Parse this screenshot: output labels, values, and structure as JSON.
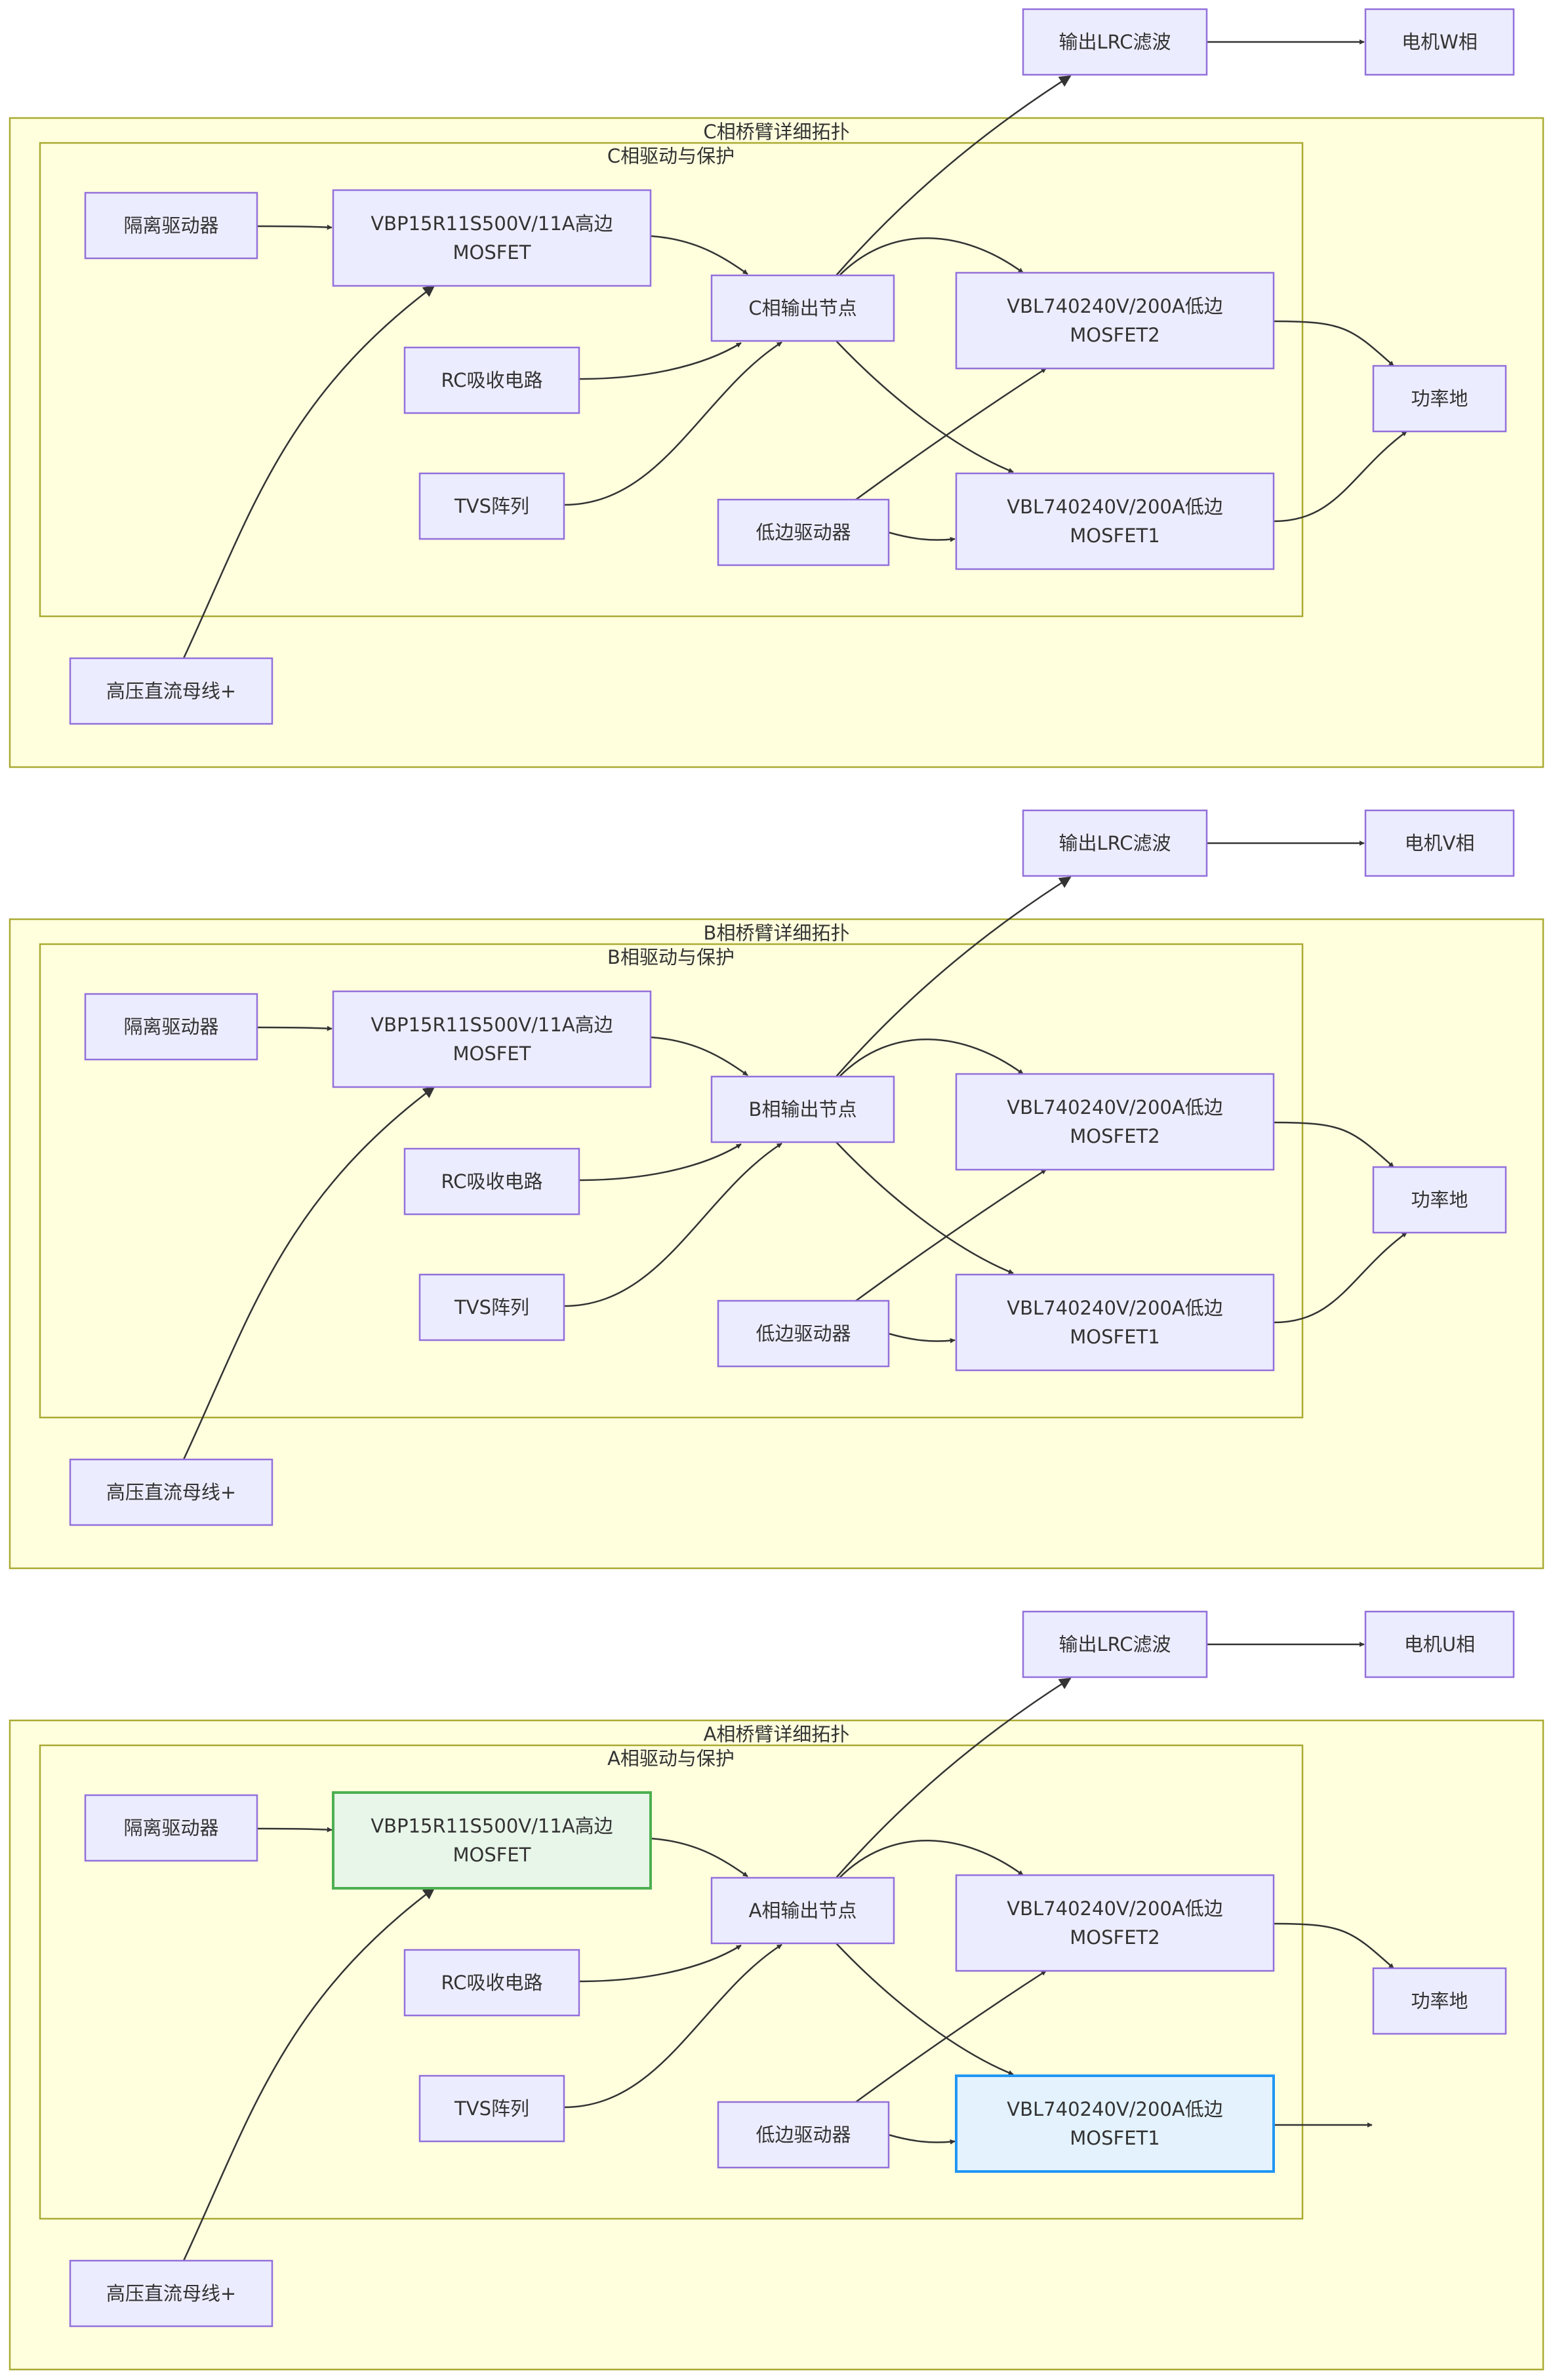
{
  "colors": {
    "cluster_fill": "#ffffde",
    "cluster_stroke": "#aaaa33",
    "node_fill": "#ececff",
    "node_stroke": "#9370db",
    "edge": "#333333",
    "highlight_green_fill": "#e8f5e9",
    "highlight_green_stroke": "#4caf50",
    "highlight_blue_fill": "#e3f2fd",
    "highlight_blue_stroke": "#2196f3"
  },
  "phases": [
    {
      "id": "c",
      "outer_title": "C相桥臂详细拓扑",
      "inner_title": "C相驱动与保护",
      "nodes": {
        "iso_driver": "隔离驱动器",
        "high_mosfet": [
          "VBP15R11S500V/11A高边",
          "MOSFET"
        ],
        "rc": "RC吸收电路",
        "tvs": "TVS阵列",
        "out_node": "C相输出节点",
        "low_driver": "低边驱动器",
        "low_mosfet2": [
          "VBL740240V/200A低边",
          "MOSFET2"
        ],
        "low_mosfet1": [
          "VBL740240V/200A低边",
          "MOSFET1"
        ],
        "gnd": "功率地",
        "hv_bus": "高压直流母线+",
        "lrc": "输出LRC滤波",
        "motor": "电机W相"
      }
    },
    {
      "id": "b",
      "outer_title": "B相桥臂详细拓扑",
      "inner_title": "B相驱动与保护",
      "nodes": {
        "iso_driver": "隔离驱动器",
        "high_mosfet": [
          "VBP15R11S500V/11A高边",
          "MOSFET"
        ],
        "rc": "RC吸收电路",
        "tvs": "TVS阵列",
        "out_node": "B相输出节点",
        "low_driver": "低边驱动器",
        "low_mosfet2": [
          "VBL740240V/200A低边",
          "MOSFET2"
        ],
        "low_mosfet1": [
          "VBL740240V/200A低边",
          "MOSFET1"
        ],
        "gnd": "功率地",
        "hv_bus": "高压直流母线+",
        "lrc": "输出LRC滤波",
        "motor": "电机V相"
      }
    },
    {
      "id": "a",
      "outer_title": "A相桥臂详细拓扑",
      "inner_title": "A相驱动与保护",
      "nodes": {
        "iso_driver": "隔离驱动器",
        "high_mosfet": [
          "VBP15R11S500V/11A高边",
          "MOSFET"
        ],
        "rc": "RC吸收电路",
        "tvs": "TVS阵列",
        "out_node": "A相输出节点",
        "low_driver": "低边驱动器",
        "low_mosfet2": [
          "VBL740240V/200A低边",
          "MOSFET2"
        ],
        "low_mosfet1": [
          "VBL740240V/200A低边",
          "MOSFET1"
        ],
        "gnd": "功率地",
        "hv_bus": "高压直流母线+",
        "lrc": "输出LRC滤波",
        "motor": "电机U相"
      }
    }
  ]
}
